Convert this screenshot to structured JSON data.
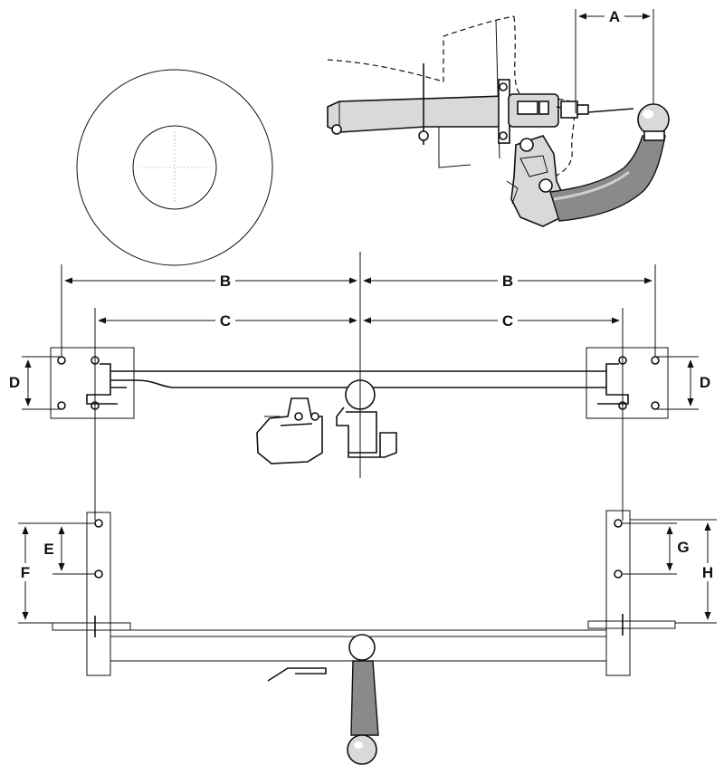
{
  "labels": {
    "A": "A",
    "B_left": "B",
    "B_right": "B",
    "C_left": "C",
    "C_right": "C",
    "D_left": "D",
    "D_right": "D",
    "E": "E",
    "F": "F",
    "G": "G",
    "H": "H"
  }
}
